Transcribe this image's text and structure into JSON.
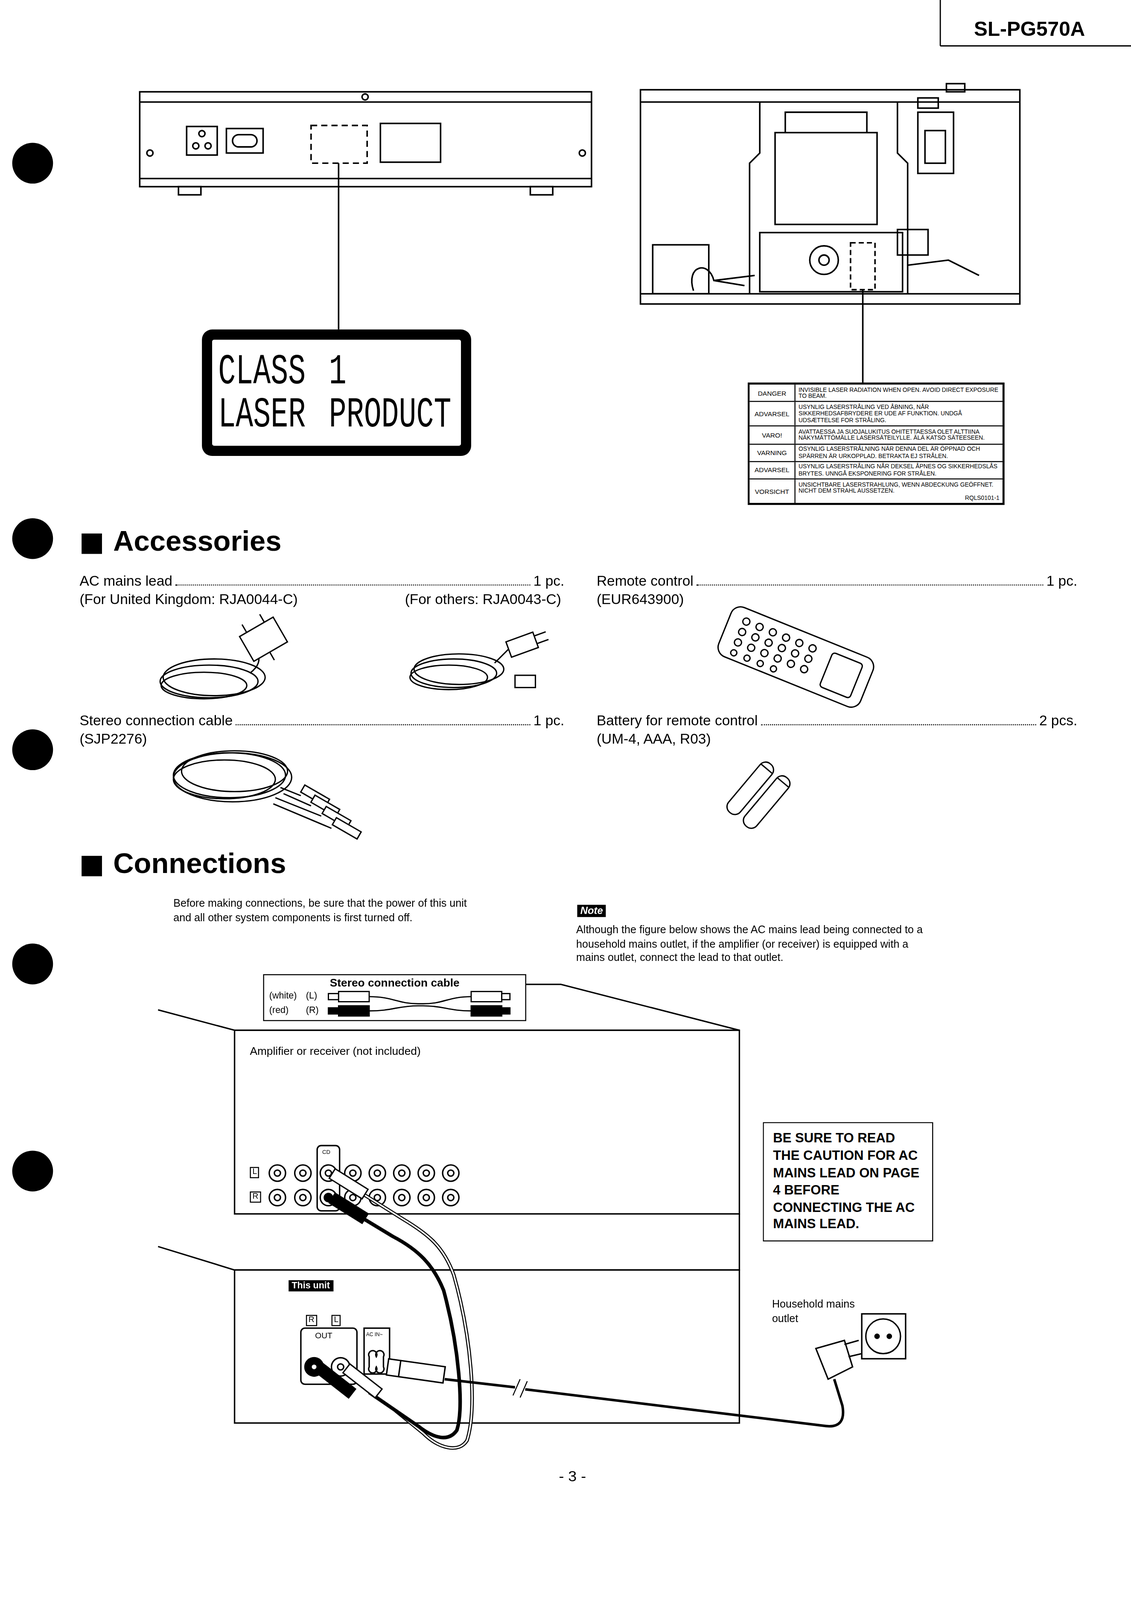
{
  "diagram": {
    "nodes": [
      {
        "text": [
          "CLASS 1 LASER PRODUCT"
        ]
      },
      {
        "text": [
          "DANGER",
          "INVISIBLE LASER RADIATION WHEN OPEN. AVOID DIRECT EXPOSURE TO BEAM.",
          "ADVARSEL",
          "USYNLIG LASERSTRÅLING VED ÅBNING, NÅR SIKKERHEDSAFBRYDERE ER UDE AF FUNKTION. UNDGÅ UDSÆTTELSE FOR STRÅLING.",
          "VARO!",
          "AVATTAESSA JA SUOJALUKITUS OHITETTAESSA OLET ALTTIINA NÄKYMÄTTÖMÄLLE LASERSÄTEILYLLE. ÄLÄ KATSO SÄTEESEEN.",
          "VARNING",
          "OSYNLIG LASERSTRÅLNING NÄR DENNA DEL ÄR ÖPPNAD OCH SPÄRREN ÄR URKOPPLAD. BETRAKTA EJ STRÅLEN.",
          "ADVARSEL",
          "USYNLIG LASERSTRÅLING NÅR DEKSEL ÅPNES OG SIKKERHEDSLÅS BRYTES. UNNGÅ EKSPONERING FOR STRÅLEN.",
          "VORSICHT",
          "UNSICHTBARE LASERSTRAHLUNG, WENN ABDECKUNG GEÖFFNET. NICHT DEM STRAHL AUSSETZEN.",
          "RQLS0101-1"
        ]
      },
      {
        "text": [
          "Stereo connection cable",
          "(white)",
          "(L)",
          "(red)",
          "(R)"
        ]
      },
      {
        "text": [
          "BE SURE TO READ THE CAUTION FOR AC MAINS LEAD ON PAGE 4 BEFORE CONNECTING THE AC MAINS LEAD."
        ]
      }
    ],
    "labels": [
      "SL-PG570A",
      "Accessories",
      "AC mains lead",
      "1 pc.",
      "(For United Kingdom: RJA0044-C)",
      "(For others: RJA0043-C)",
      "Remote control",
      "1 pc.",
      "(EUR643900)",
      "Stereo connection cable",
      "1 pc.",
      "(SJP2276)",
      "Battery for remote control",
      "2 pcs.",
      "(UM-4, AAA, R03)",
      "Connections",
      "Before making connections, be sure that the power of this unit and all other system components is first turned off.",
      "Note",
      "Although the figure below shows the AC mains lead being connected to a household mains outlet, if the amplifier (or receiver) is equipped with a mains outlet, connect the lead to that outlet.",
      "Amplifier or receiver (not included)",
      "CD",
      "L",
      "R",
      "This unit",
      "R",
      "L",
      "OUT",
      "AC IN~",
      "Household mains outlet",
      "- 3 -"
    ]
  }
}
